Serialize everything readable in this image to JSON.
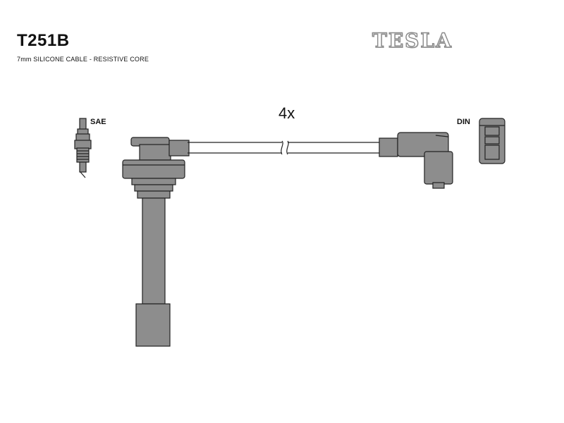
{
  "header": {
    "product_code": "T251B",
    "subtitle": "7mm SILICONE CABLE - RESISTIVE CORE",
    "brand": "TESLA"
  },
  "diagram": {
    "quantity": "4x",
    "spark_plug_end_label": "SAE",
    "distributor_end_label": "DIN"
  },
  "colors": {
    "part_fill": "#8d8d8d",
    "outline": "#222222"
  }
}
